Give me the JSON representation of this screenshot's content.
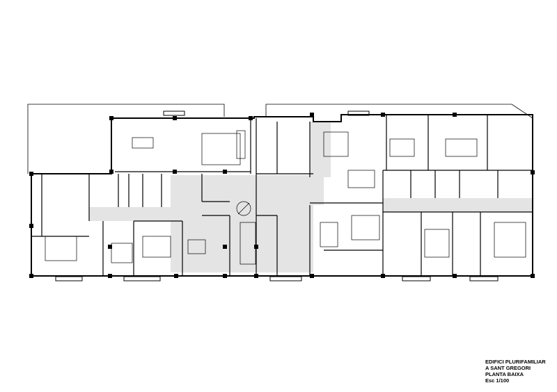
{
  "title_block": {
    "line1": "EDIFICI PLURIFAMILIAR",
    "line2": "A SANT GREGORI",
    "line3": "PLANTA BAIXA",
    "scale": "Esc 1/100"
  },
  "colors": {
    "wall": "#000000",
    "circulation_fill": "#e4e4e4",
    "background": "#ffffff"
  }
}
